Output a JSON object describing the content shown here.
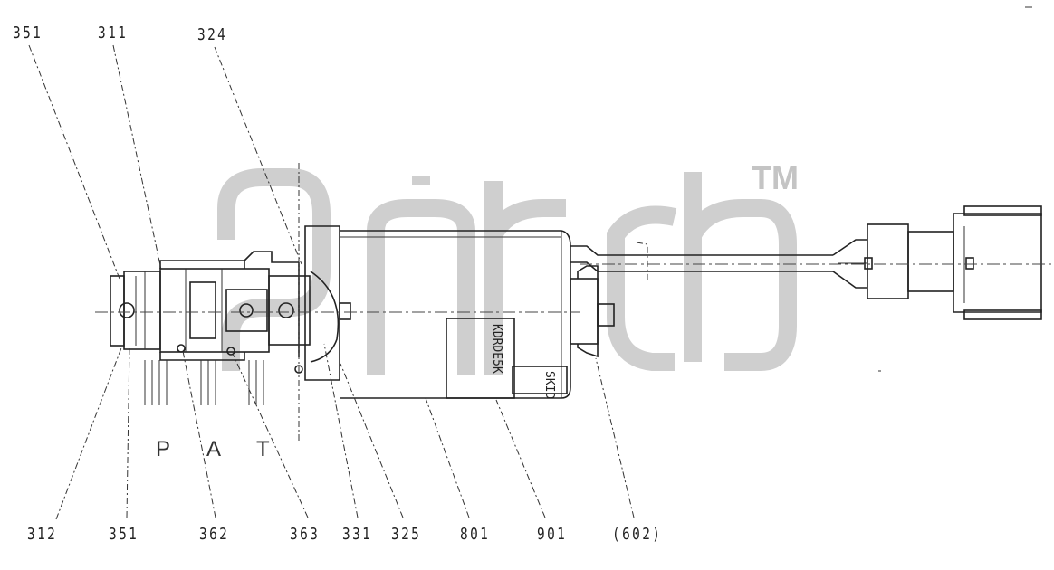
{
  "watermark": {
    "tm": "TM"
  },
  "part_numbers": {
    "p351_top": "351",
    "p311": "311",
    "p324": "324",
    "p312": "312",
    "p351_bottom": "351",
    "p362": "362",
    "p363": "363",
    "p331": "331",
    "p325": "325",
    "p801": "801",
    "p901": "901",
    "p602": "(602)"
  },
  "ports": {
    "p": "P",
    "a": "A",
    "t": "T"
  },
  "nameplate": {
    "model": "KDRDE5K",
    "badge": "SKID"
  },
  "colors": {
    "line": "#222222",
    "watermark": "#cfcfcf",
    "background": "#ffffff"
  }
}
